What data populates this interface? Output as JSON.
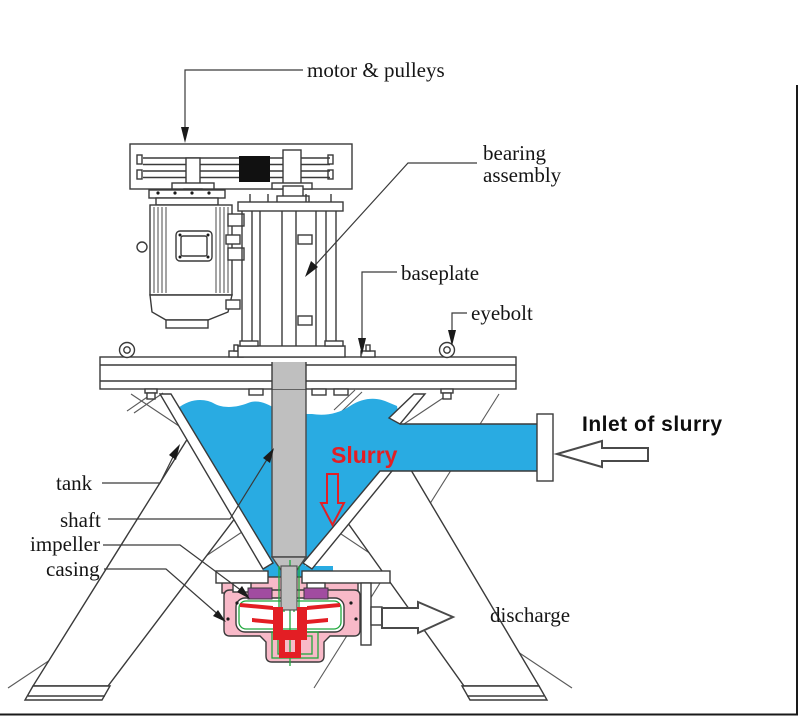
{
  "diagram": {
    "type": "engineering-diagram",
    "subject": "vertical sump slurry pump cross-section",
    "labels": {
      "motor_pulleys": "motor & pulleys",
      "bearing_line1": "bearing",
      "bearing_line2": "assembly",
      "baseplate": "baseplate",
      "eyebolt": "eyebolt",
      "tank": "tank",
      "shaft": "shaft",
      "impeller": "impeller",
      "casing": "casing",
      "inlet": "Inlet of slurry",
      "slurry": "Slurry",
      "discharge": "discharge"
    },
    "colors": {
      "slurry_blue": "#29ABE2",
      "red": "#E31E24",
      "casing_pink": "#F8B9C8",
      "gland_purple": "#A14CA0",
      "liner_green": "#1FA83C",
      "shaft_gray": "#BFBFBF",
      "line": "#3A3A3A"
    },
    "arrows": {
      "inlet_direction": "left",
      "discharge_direction": "right",
      "slurry_direction": "down"
    }
  }
}
